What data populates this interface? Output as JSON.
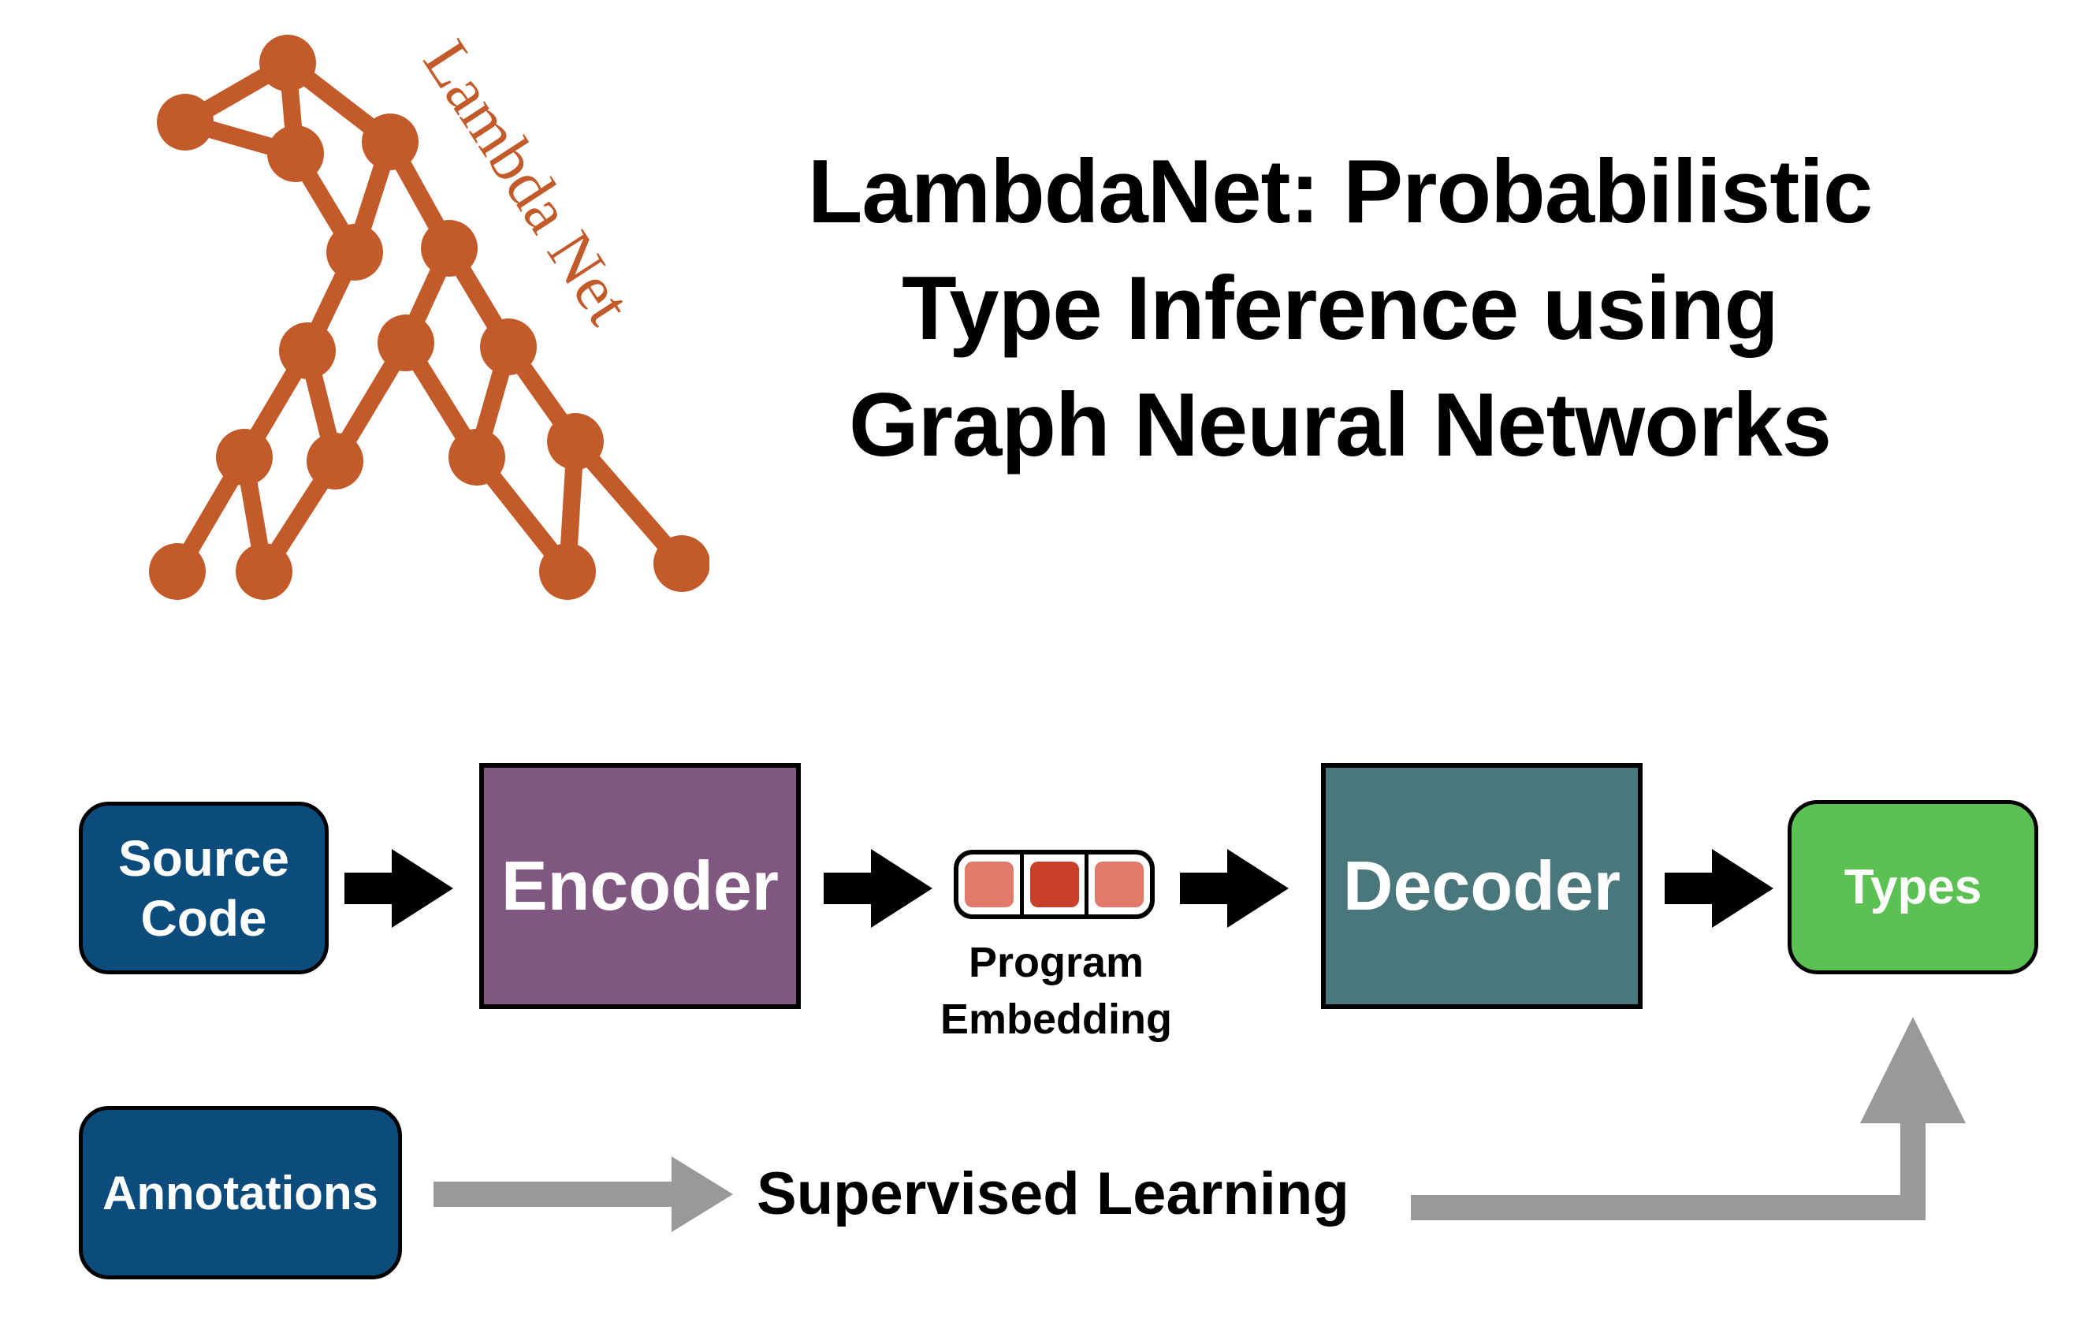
{
  "logo": {
    "text": "Lambda Net",
    "color": "#c35a2a"
  },
  "title": {
    "lines": [
      "LambdaNet: Probabilistic",
      "Type Inference using",
      "Graph Neural Networks"
    ]
  },
  "pipeline": {
    "source_code": {
      "line1": "Source",
      "line2": "Code",
      "color": "#0b4c7c"
    },
    "encoder": {
      "label": "Encoder",
      "color": "#7f5780"
    },
    "embedding": {
      "line1": "Program",
      "line2": "Embedding",
      "cell_light": "#e17a6a",
      "cell_dark": "#c9402a"
    },
    "decoder": {
      "label": "Decoder",
      "color": "#4a777b"
    },
    "types": {
      "label": "Types",
      "color": "#5ac152"
    }
  },
  "supervision": {
    "annotations": {
      "label": "Annotations",
      "color": "#0b4c7c"
    },
    "label": "Supervised Learning",
    "arrow_color": "#999999"
  }
}
